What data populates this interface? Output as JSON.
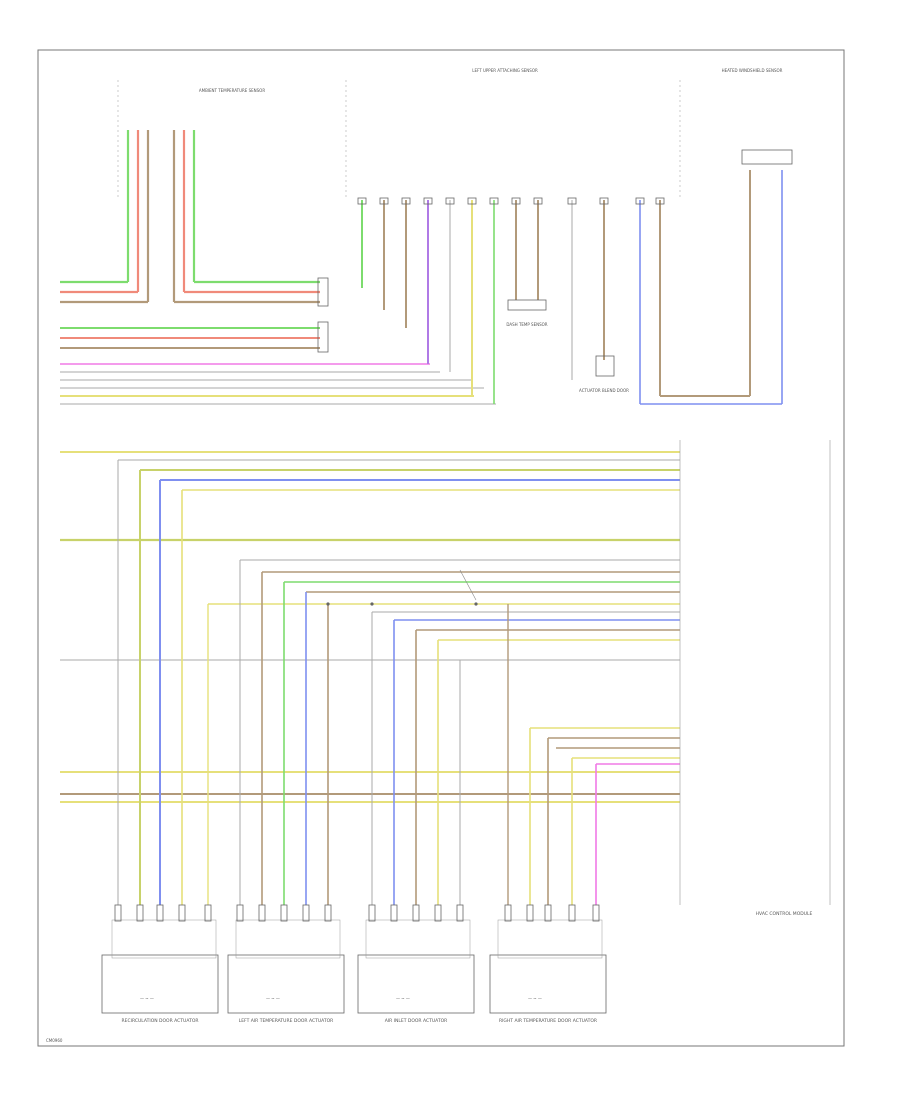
{
  "diagram": {
    "page_tag": "CM0960",
    "module_label": "HVAC CONTROL MODULE",
    "sensor_labels": [
      "AMBIENT TEMPERATURE SENSOR",
      "LEFT UPPER ATTACHING SENSOR",
      "HEATED WINDSHIELD SENSOR",
      "DASH TEMP SENSOR",
      "ACTUATOR BLEND DOOR"
    ],
    "actuator_labels": [
      "RECIRCULATION DOOR ACTUATOR",
      "LEFT AIR TEMPERATURE DOOR ACTUATOR",
      "AIR INLET DOOR ACTUATOR",
      "RIGHT AIR TEMPERATURE DOOR ACTUATOR"
    ],
    "colors": {
      "green": "#7ddc6e",
      "red": "#f08a7a",
      "brown": "#b29a7a",
      "yellow": "#e6e07a",
      "blue": "#7f8ff0",
      "violet": "#b07ae6",
      "pink": "#f07ae6",
      "olive": "#c8d26a",
      "gray": "#a8a8a8"
    }
  }
}
